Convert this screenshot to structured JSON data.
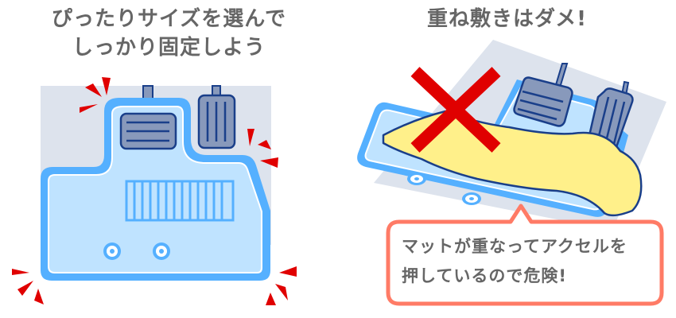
{
  "left_panel": {
    "title_line1": "ぴったりサイズを選んで",
    "title_line2": "しっかり固定しよう",
    "illustration": "correct-floor-mat-fitted"
  },
  "right_panel": {
    "title": "重ね敷きはダメ!",
    "illustration": "overlapping-mat-prohibited",
    "warning_line1": "マットが重なってアクセルを",
    "warning_line2": "押しているので危険!"
  },
  "colors": {
    "text": "#666666",
    "mat_border": "#55b0ff",
    "mat_fill": "#bfe3ff",
    "floor": "#dde3ed",
    "pedal": "#8899bb",
    "pedal_outline": "#1a3f8a",
    "alert_red": "#e00000",
    "overlay_mat": "#fff08a",
    "bubble_border": "#ff7b66"
  }
}
